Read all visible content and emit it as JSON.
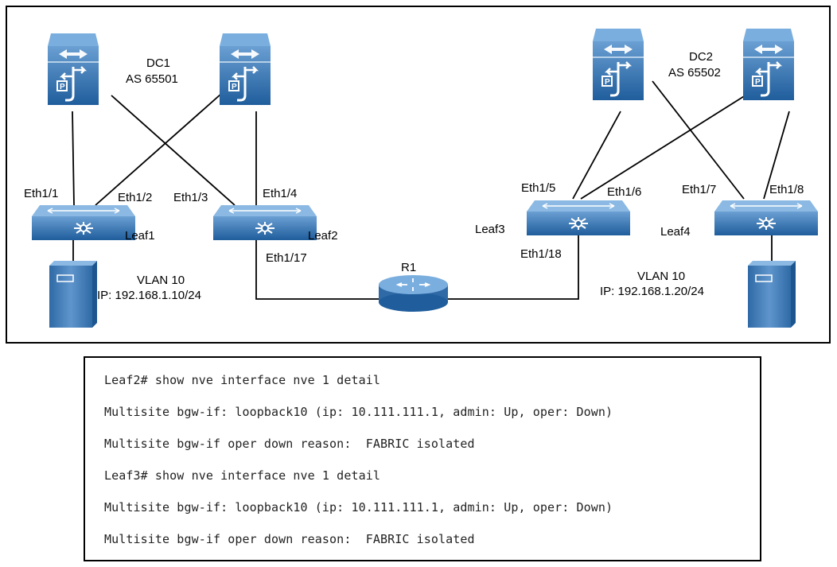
{
  "colors": {
    "device_gradient_top": "#5b93c9",
    "device_gradient_bottom": "#1f5d9c",
    "link": "#000000",
    "frame": "#000000"
  },
  "dc1": {
    "name": "DC1",
    "as": "AS 65501"
  },
  "dc2": {
    "name": "DC2",
    "as": "AS 65502"
  },
  "devices": {
    "leaf1": "Leaf1",
    "leaf2": "Leaf2",
    "leaf3": "Leaf3",
    "leaf4": "Leaf4",
    "r1": "R1"
  },
  "ports": {
    "leaf1_a": "Eth1/1",
    "leaf1_b": "Eth1/2",
    "leaf2_a": "Eth1/3",
    "leaf2_b": "Eth1/4",
    "leaf2_uplink": "Eth1/17",
    "leaf3_a": "Eth1/5",
    "leaf3_b": "Eth1/6",
    "leaf3_uplink": "Eth1/18",
    "leaf4_a": "Eth1/7",
    "leaf4_b": "Eth1/8"
  },
  "host_left": {
    "vlan": "VLAN 10",
    "ip": "IP: 192.168.1.10/24"
  },
  "host_right": {
    "vlan": "VLAN 10",
    "ip": "IP: 192.168.1.20/24"
  },
  "cli": [
    "Leaf2# show nve interface nve 1 detail",
    "Multisite bgw-if: loopback10 (ip: 10.111.111.1, admin: Up, oper: Down)",
    "Multisite bgw-if oper down reason:  FABRIC isolated",
    "Leaf3# show nve interface nve 1 detail",
    "Multisite bgw-if: loopback10 (ip: 10.111.111.1, admin: Up, oper: Down)",
    "Multisite bgw-if oper down reason:  FABRIC isolated"
  ]
}
